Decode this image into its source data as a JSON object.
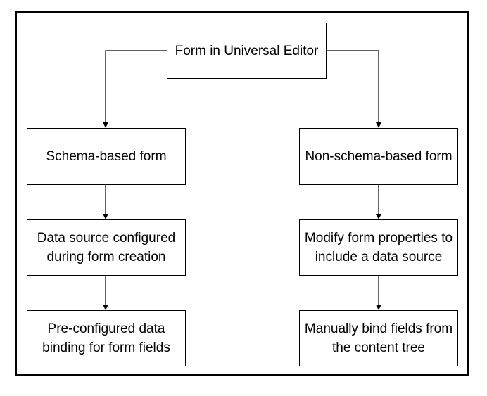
{
  "nodes": {
    "root": "Form in Universal Editor",
    "schema_based": "Schema-based form",
    "non_schema_based": "Non-schema-based form",
    "data_source_configured": "Data source configured during form creation",
    "modify_properties": "Modify form properties to include a data source",
    "preconfigured_binding": "Pre-configured data binding for form fields",
    "manually_bind": "Manually bind fields from the content tree"
  },
  "colors": {
    "stroke": "#000000",
    "background": "#ffffff",
    "text": "#000000"
  }
}
